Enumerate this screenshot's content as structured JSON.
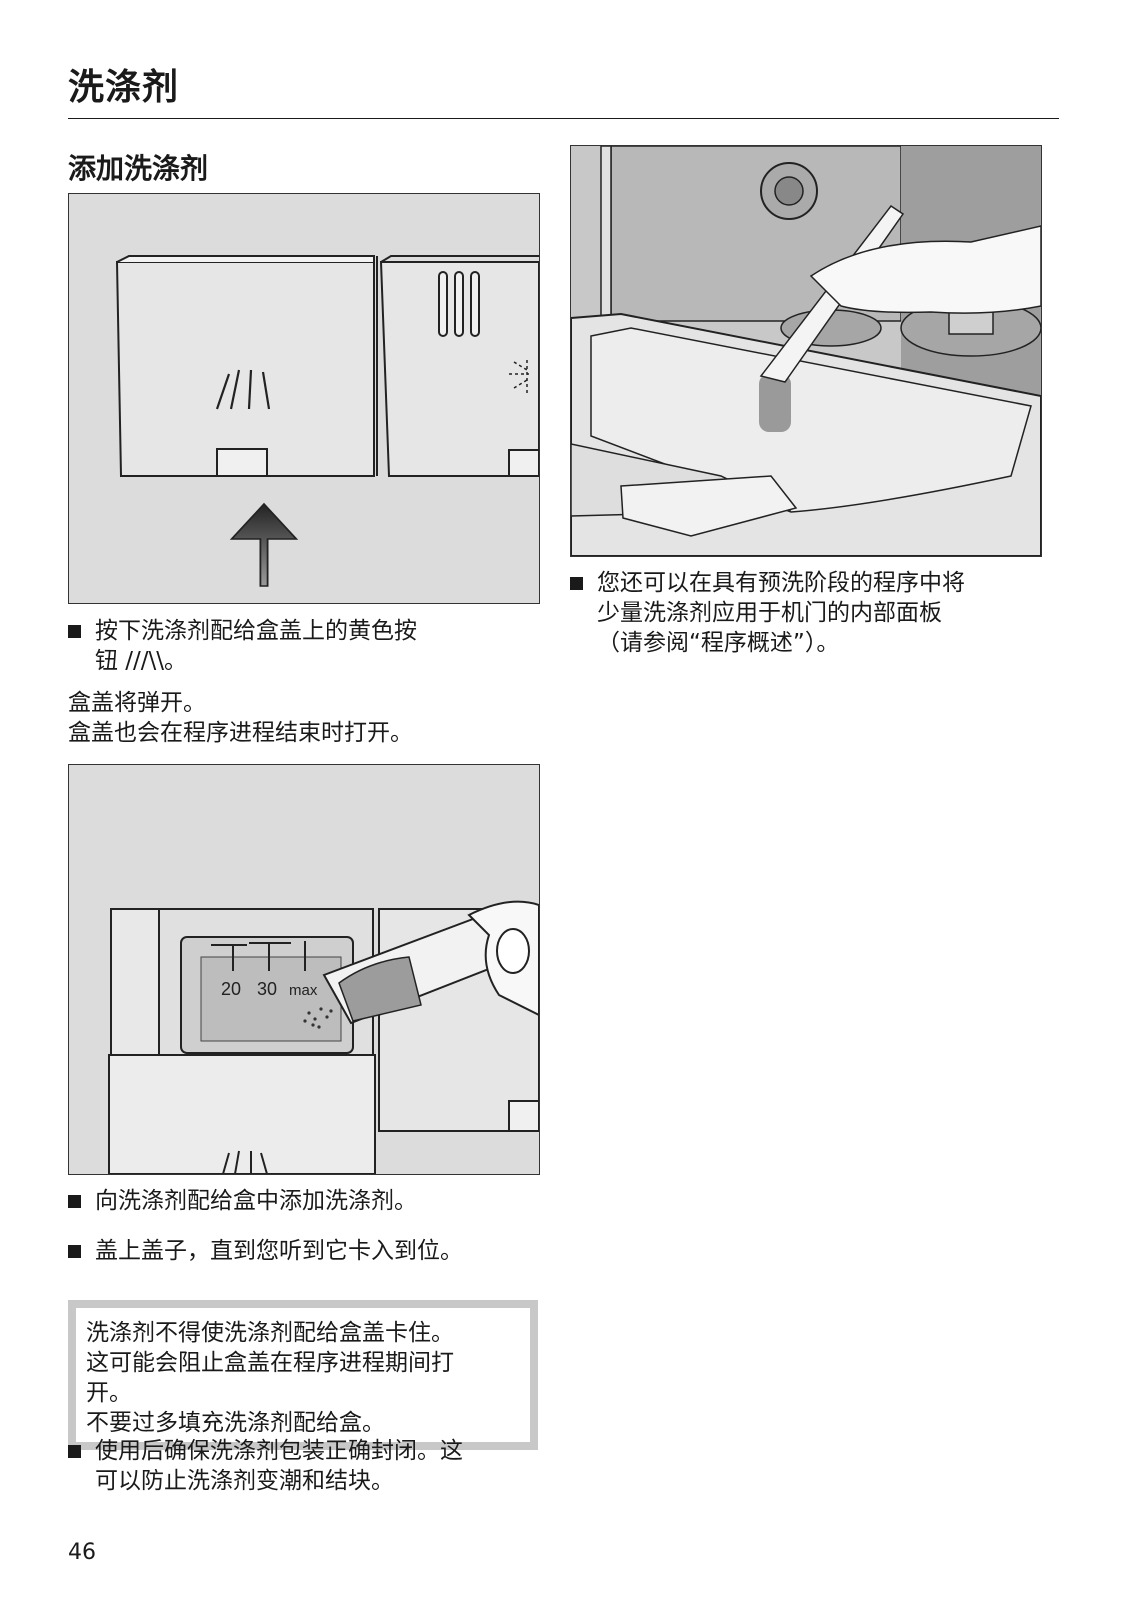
{
  "header": {
    "title": "洗涤剂"
  },
  "section": {
    "title": "添加洗涤剂"
  },
  "left": {
    "step1": [
      "按下洗涤剂配给盒盖上的黄色按",
      "钮 ///\\\\。"
    ],
    "result": [
      "盒盖将弹开。",
      "盒盖也会在程序进程结束时打开。"
    ],
    "fig2_labels": {
      "l20": "20",
      "l30": "30",
      "lmax": "max"
    },
    "step2": "向洗涤剂配给盒中添加洗涤剂。",
    "step3": "盖上盖子，直到您听到它卡入到位。",
    "note": [
      "洗涤剂不得使洗涤剂配给盒盖卡住。",
      "这可能会阻止盒盖在程序进程期间打",
      "开。",
      "不要过多填充洗涤剂配给盒。"
    ],
    "step4": [
      "使用后确保洗涤剂包装正确封闭。这",
      "可以防止洗涤剂变潮和结块。"
    ]
  },
  "right": {
    "step": [
      "您还可以在具有预洗阶段的程序中将",
      "少量洗涤剂应用于机门的内部面板",
      "（请参阅“程序概述”）。"
    ]
  },
  "footer": {
    "page_number": "46"
  },
  "colors": {
    "figure_bg": "#dcdcdc",
    "note_border": "#c8c8c8"
  }
}
